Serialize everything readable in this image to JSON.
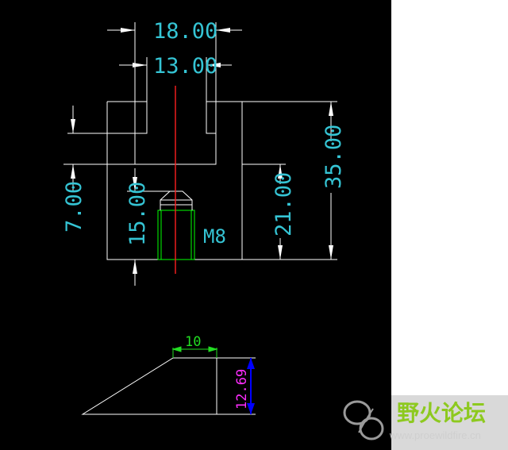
{
  "drawing": {
    "dimensions": {
      "width_outer": "18.00",
      "width_slot": "13.00",
      "height_total": "35.00",
      "height_lower": "21.00",
      "left_offset": "7.00",
      "thread_depth": "15.00",
      "wedge_top": "10",
      "wedge_height": "12.69"
    },
    "thread_label": "M8"
  },
  "watermark": {
    "title": "野火论坛",
    "url": "www.proewildfire.cn"
  },
  "colors": {
    "background": "#000000",
    "outline": "#ffffff",
    "dimension_text": "#35c4d4",
    "centerline": "#ff2020",
    "thread": "#00ff00",
    "wedge_top_dim": "#22dd22",
    "wedge_height_dim": "#ff2dff",
    "wedge_arrow": "#0000ff"
  }
}
